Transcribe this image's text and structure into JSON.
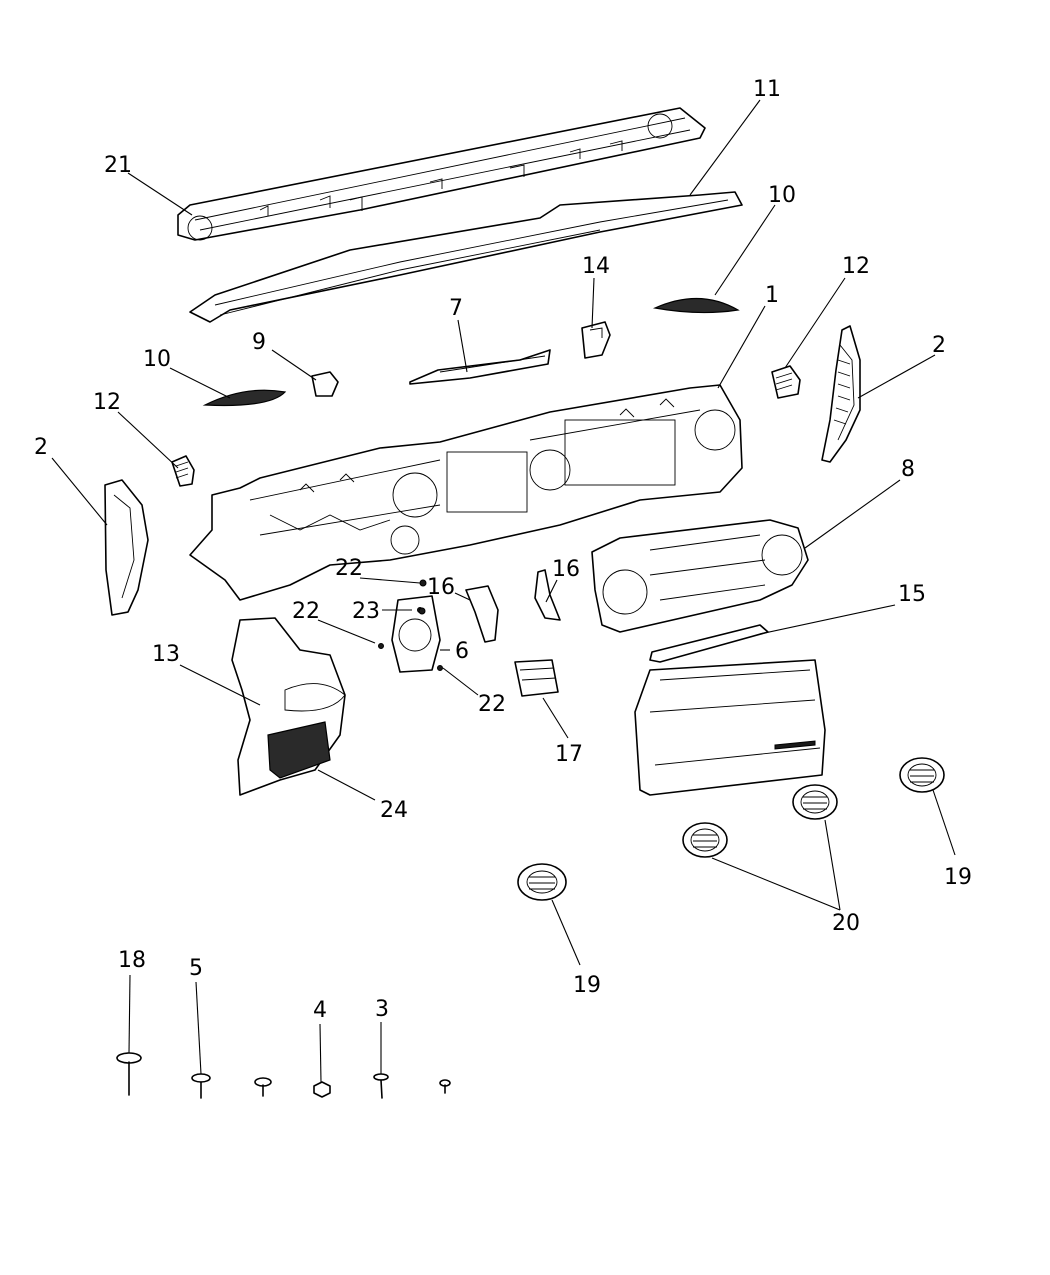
{
  "callouts": [
    {
      "id": "c11",
      "text": "11"
    },
    {
      "id": "c21",
      "text": "21"
    },
    {
      "id": "c10a",
      "text": "10"
    },
    {
      "id": "c14",
      "text": "14"
    },
    {
      "id": "c1",
      "text": "1"
    },
    {
      "id": "c12a",
      "text": "12"
    },
    {
      "id": "c7",
      "text": "7"
    },
    {
      "id": "c10b",
      "text": "10"
    },
    {
      "id": "c9",
      "text": "9"
    },
    {
      "id": "c2a",
      "text": "2"
    },
    {
      "id": "c12b",
      "text": "12"
    },
    {
      "id": "c2b",
      "text": "2"
    },
    {
      "id": "c8",
      "text": "8"
    },
    {
      "id": "c22a",
      "text": "22"
    },
    {
      "id": "c16a",
      "text": "16"
    },
    {
      "id": "c16b",
      "text": "16"
    },
    {
      "id": "c23",
      "text": "23"
    },
    {
      "id": "c22b",
      "text": "22"
    },
    {
      "id": "c15",
      "text": "15"
    },
    {
      "id": "c6",
      "text": "6"
    },
    {
      "id": "c13",
      "text": "13"
    },
    {
      "id": "c22c",
      "text": "22"
    },
    {
      "id": "c17",
      "text": "17"
    },
    {
      "id": "c24",
      "text": "24"
    },
    {
      "id": "c19a",
      "text": "19"
    },
    {
      "id": "c20",
      "text": "20"
    },
    {
      "id": "c19b",
      "text": "19"
    },
    {
      "id": "c18",
      "text": "18"
    },
    {
      "id": "c5",
      "text": "5"
    },
    {
      "id": "c4",
      "text": "4"
    },
    {
      "id": "c3",
      "text": "3"
    }
  ]
}
